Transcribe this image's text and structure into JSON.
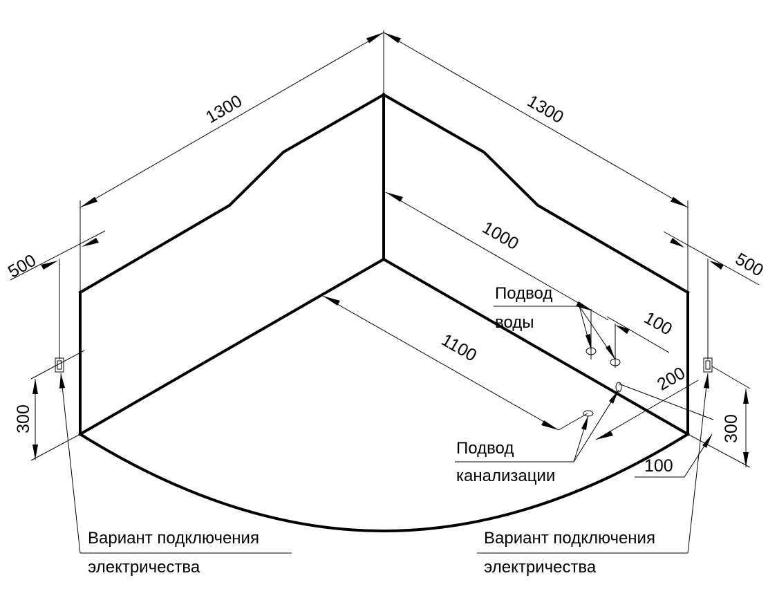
{
  "dimensions": {
    "top_left_length": "1300",
    "top_right_length": "1300",
    "inner_back_edge": "1000",
    "inner_diagonal": "1100",
    "left_offset": "500",
    "right_offset": "500",
    "left_height": "300",
    "right_height": "300",
    "water_offset": "100",
    "drain_offset": "200",
    "drain_bottom_offset": "100"
  },
  "labels": {
    "water_supply_line1": "Подвод",
    "water_supply_line2": "воды",
    "drain_line1": "Подвод",
    "drain_line2": "канализации",
    "electric_left_line1": "Вариант подключения",
    "electric_left_line2": "электричества",
    "electric_right_line1": "Вариант подключения",
    "electric_right_line2": "электричества"
  }
}
